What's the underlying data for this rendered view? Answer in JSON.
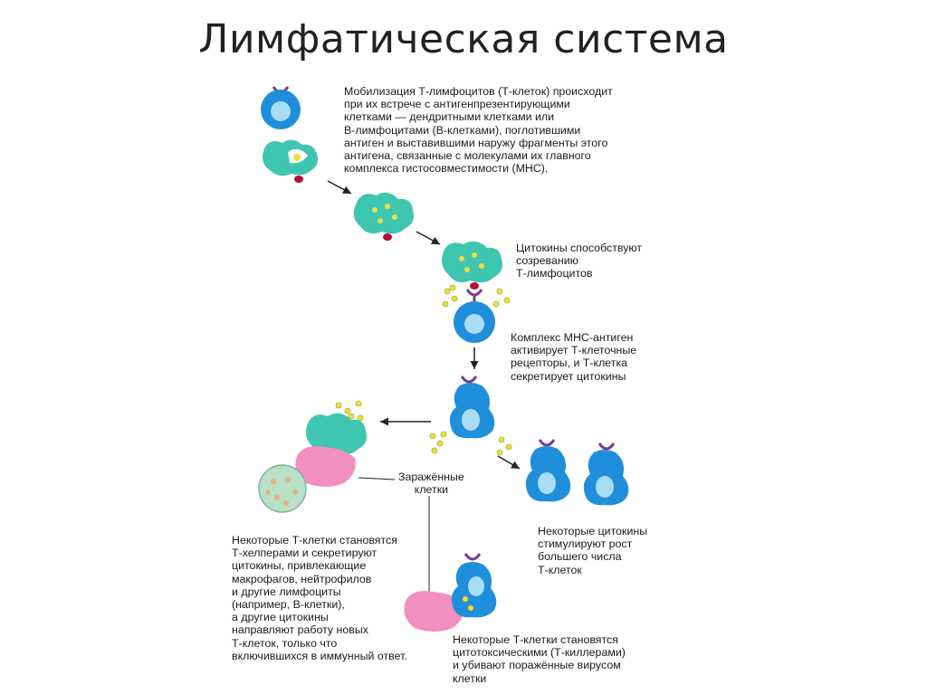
{
  "title": "Лимфатическая система",
  "colors": {
    "t_cell": "#1f8fdb",
    "t_cell_core": "#a9dcf5",
    "apc": "#3fc6b0",
    "pink_cell": "#f08fc0",
    "cytokine": "#e6e04a",
    "receptor": "#7a3d8c",
    "mhc": "#b0123a",
    "infected_cell": "#b9e0c8"
  },
  "captions": {
    "mobilization": [
      "Мобилизация Т-лимфоцитов (Т-клеток) происходит",
      "при их встрече с антигенпрезентирующими",
      "клетками — дендритными клетками или",
      "В-лимфоцитами (В-клетками), поглотившими",
      "антиген и выставившими наружу фрагменты этого",
      "антигена, связанные с молекулами их главного",
      "комплекса гистосовместимости (МНС)."
    ],
    "cytokines_maturation": [
      "Цитокины способствуют",
      "созреванию",
      "Т-лимфоцитов"
    ],
    "mhc_complex": [
      "Комплекс МНС-антиген",
      "активирует Т-клеточные",
      "рецепторы, и Т-клетка",
      "секретирует цитокины"
    ],
    "infected_cells": [
      "Заражённые",
      "клетки"
    ],
    "growth": [
      "Некоторые цитокины",
      "стимулируют рост",
      "большего числа",
      "Т-клеток"
    ],
    "helpers": [
      "Некоторые Т-клетки становятся",
      "Т-хелперами и секретируют",
      "цитокины, привлекающие",
      "макрофагов, нейтрофилов",
      "и другие лимфоциты",
      "(например, В-клетки),",
      "а другие цитокины",
      "направляют работу новых",
      "Т-клеток, только что",
      "включившихся в иммунный ответ."
    ],
    "killers": [
      "Некоторые Т-клетки становятся",
      "цитотоксическими (Т-киллерами)",
      "и убивают поражённые вирусом",
      "клетки"
    ]
  }
}
